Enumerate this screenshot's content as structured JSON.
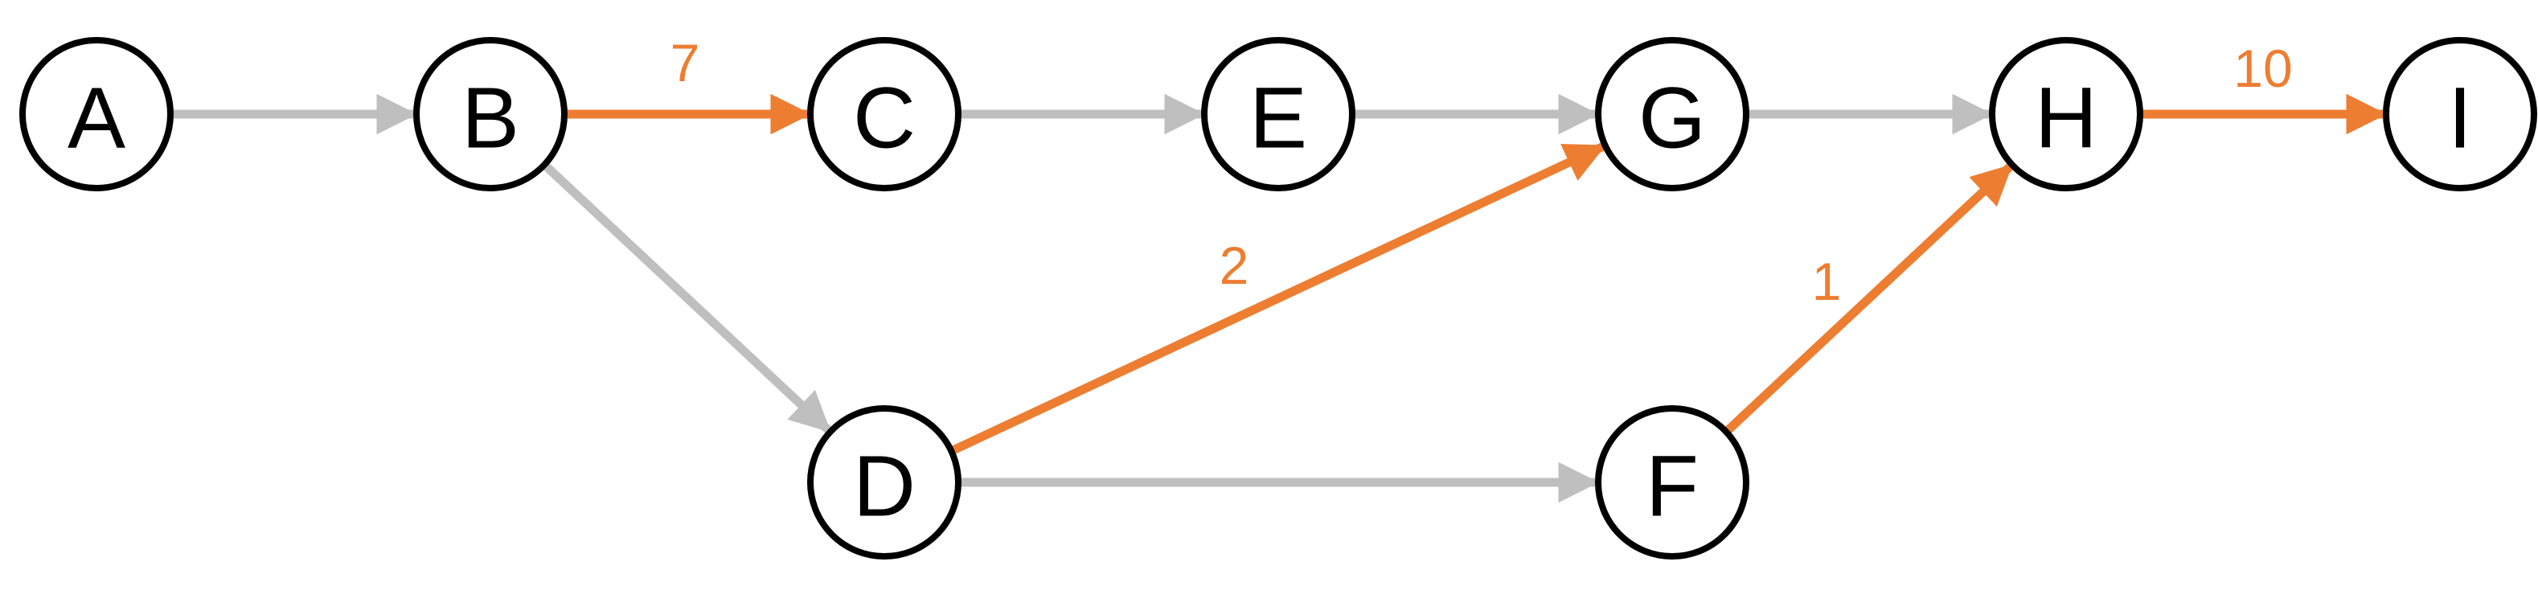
{
  "colors": {
    "default_edge": "#BFBFBF",
    "critical_edge": "#ED7D31",
    "node_stroke": "#000000",
    "node_fill": "#FFFFFF",
    "background": "#FFFFFF"
  },
  "nodes": [
    {
      "id": "A",
      "label": "A"
    },
    {
      "id": "B",
      "label": "B"
    },
    {
      "id": "C",
      "label": "C"
    },
    {
      "id": "D",
      "label": "D"
    },
    {
      "id": "E",
      "label": "E"
    },
    {
      "id": "F",
      "label": "F"
    },
    {
      "id": "G",
      "label": "G"
    },
    {
      "id": "H",
      "label": "H"
    },
    {
      "id": "I",
      "label": "I"
    }
  ],
  "edges": [
    {
      "from": "A",
      "to": "B",
      "style": "default",
      "label": ""
    },
    {
      "from": "B",
      "to": "C",
      "style": "critical",
      "label": "7"
    },
    {
      "from": "B",
      "to": "D",
      "style": "default",
      "label": ""
    },
    {
      "from": "C",
      "to": "E",
      "style": "default",
      "label": ""
    },
    {
      "from": "E",
      "to": "G",
      "style": "default",
      "label": ""
    },
    {
      "from": "D",
      "to": "G",
      "style": "critical",
      "label": "2"
    },
    {
      "from": "D",
      "to": "F",
      "style": "default",
      "label": ""
    },
    {
      "from": "G",
      "to": "H",
      "style": "default",
      "label": ""
    },
    {
      "from": "F",
      "to": "H",
      "style": "critical",
      "label": "1"
    },
    {
      "from": "H",
      "to": "I",
      "style": "critical",
      "label": "10"
    }
  ]
}
